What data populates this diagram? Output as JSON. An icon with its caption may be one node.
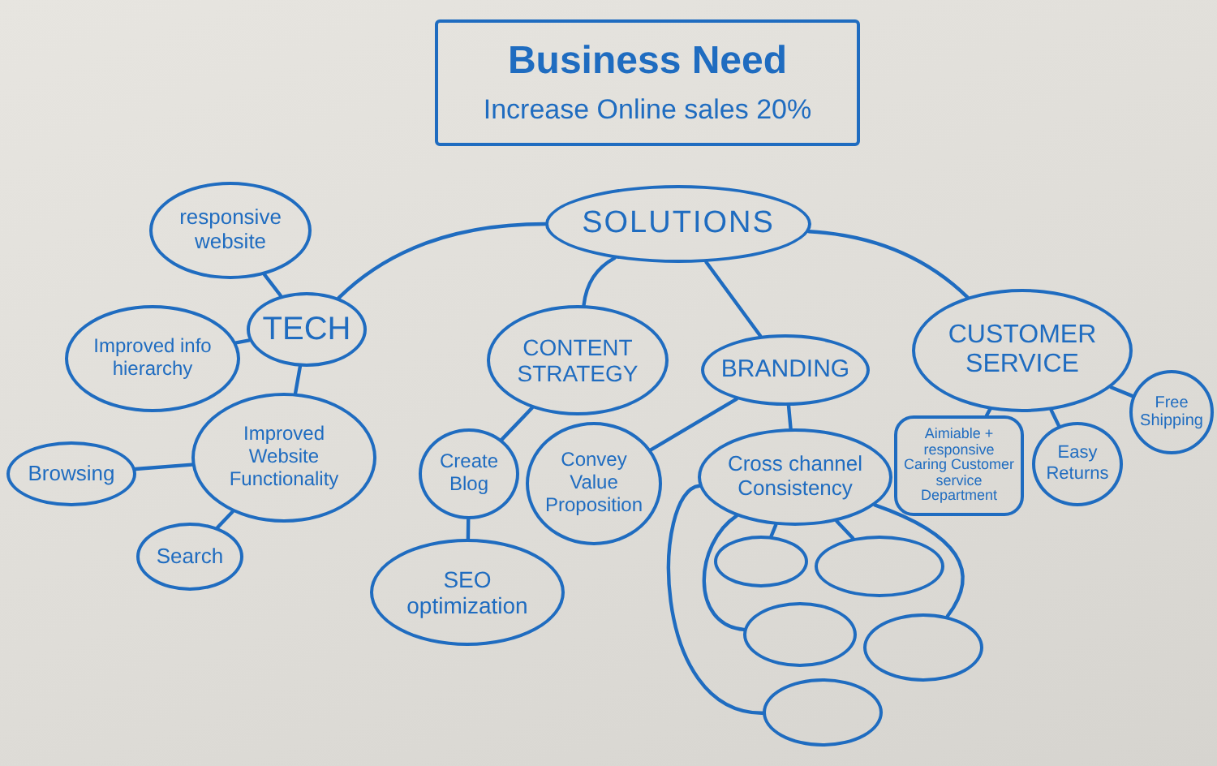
{
  "diagram": {
    "nodes": [
      {
        "text": [
          "Business Need",
          "Increase Online sales 20%"
        ]
      },
      {
        "text": [
          "SOLUTIONS"
        ]
      },
      {
        "text": [
          "responsive website"
        ]
      },
      {
        "text": [
          "TECH"
        ]
      },
      {
        "text": [
          "Improved info hierarchy"
        ]
      },
      {
        "text": [
          "Improved Website Functionality"
        ]
      },
      {
        "text": [
          "Browsing"
        ]
      },
      {
        "text": [
          "Search"
        ]
      },
      {
        "text": [
          "CONTENT STRATEGY"
        ]
      },
      {
        "text": [
          "Create Blog"
        ]
      },
      {
        "text": [
          "SEO optimization"
        ]
      },
      {
        "text": [
          "BRANDING"
        ]
      },
      {
        "text": [
          "Convey Value Proposition"
        ]
      },
      {
        "text": [
          "Cross channel Consistency"
        ]
      },
      {
        "text": [],
        "shape": "ellipse"
      },
      {
        "text": [],
        "shape": "ellipse"
      },
      {
        "text": [],
        "shape": "ellipse"
      },
      {
        "text": [],
        "shape": "ellipse"
      },
      {
        "text": [],
        "shape": "ellipse"
      },
      {
        "text": [
          "CUSTOMER SERVICE"
        ]
      },
      {
        "text": [
          "Aimiable + responsive Caring Customer service Department"
        ]
      },
      {
        "text": [
          "Easy Returns"
        ]
      },
      {
        "text": [
          "Free Shipping"
        ]
      }
    ],
    "edges": [
      {
        "from": 1,
        "to": 3,
        "arrow": "none"
      },
      {
        "from": 1,
        "to": 8,
        "arrow": "none"
      },
      {
        "from": 1,
        "to": 11,
        "arrow": "none"
      },
      {
        "from": 1,
        "to": 19,
        "arrow": "none"
      },
      {
        "from": 3,
        "to": 2,
        "arrow": "none"
      },
      {
        "from": 3,
        "to": 4,
        "arrow": "none"
      },
      {
        "from": 3,
        "to": 5,
        "arrow": "none"
      },
      {
        "from": 5,
        "to": 6,
        "arrow": "none"
      },
      {
        "from": 5,
        "to": 7,
        "arrow": "none"
      },
      {
        "from": 8,
        "to": 9,
        "arrow": "none"
      },
      {
        "from": 9,
        "to": 10,
        "arrow": "none"
      },
      {
        "from": 11,
        "to": 12,
        "arrow": "none"
      },
      {
        "from": 11,
        "to": 13,
        "arrow": "none"
      },
      {
        "from": 13,
        "to": 14,
        "arrow": "none"
      },
      {
        "from": 13,
        "to": 15,
        "arrow": "none"
      },
      {
        "from": 13,
        "to": 16,
        "arrow": "none"
      },
      {
        "from": 13,
        "to": 17,
        "arrow": "none"
      },
      {
        "from": 13,
        "to": 18,
        "arrow": "none"
      },
      {
        "from": 19,
        "to": 20,
        "arrow": "none"
      },
      {
        "from": 19,
        "to": 21,
        "arrow": "none"
      },
      {
        "from": 19,
        "to": 22,
        "arrow": "none"
      }
    ]
  }
}
